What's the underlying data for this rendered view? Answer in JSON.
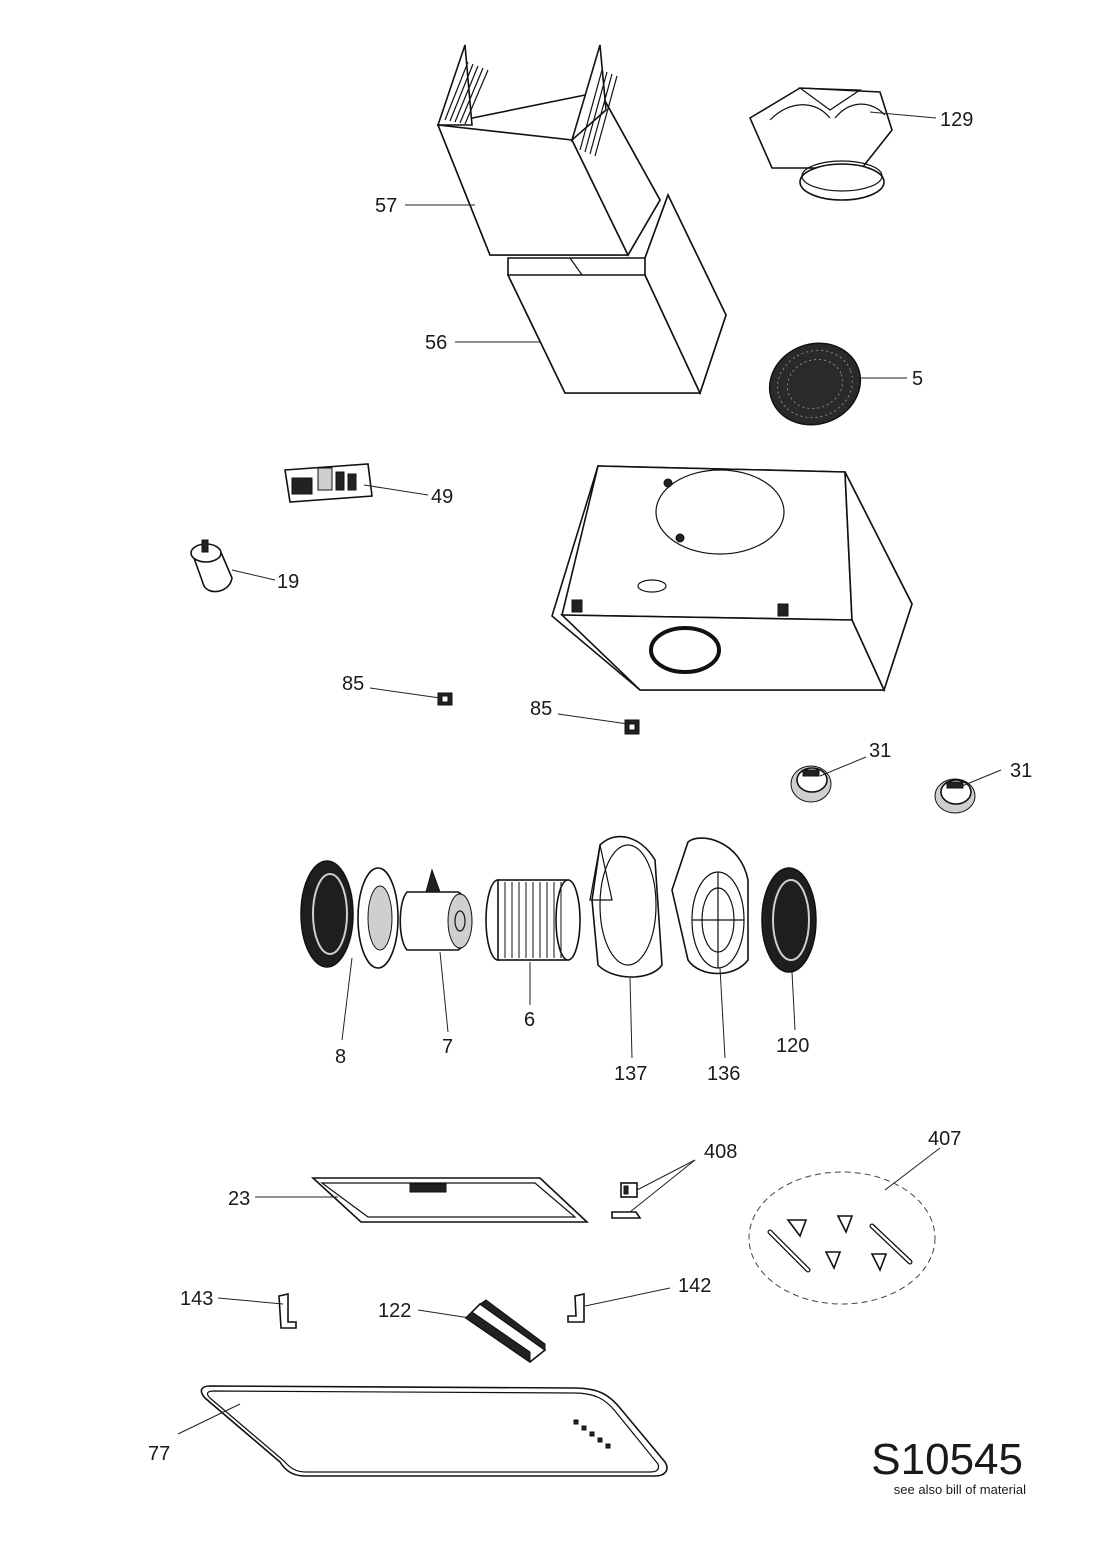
{
  "diagram": {
    "callouts": [
      {
        "id": "57",
        "text": "57"
      },
      {
        "id": "56",
        "text": "56"
      },
      {
        "id": "129",
        "text": "129"
      },
      {
        "id": "5",
        "text": "5"
      },
      {
        "id": "49",
        "text": "49"
      },
      {
        "id": "19",
        "text": "19"
      },
      {
        "id": "85a",
        "text": "85"
      },
      {
        "id": "85b",
        "text": "85"
      },
      {
        "id": "31a",
        "text": "31"
      },
      {
        "id": "31b",
        "text": "31"
      },
      {
        "id": "8",
        "text": "8"
      },
      {
        "id": "7",
        "text": "7"
      },
      {
        "id": "6",
        "text": "6"
      },
      {
        "id": "137",
        "text": "137"
      },
      {
        "id": "136",
        "text": "136"
      },
      {
        "id": "120",
        "text": "120"
      },
      {
        "id": "408",
        "text": "408"
      },
      {
        "id": "407",
        "text": "407"
      },
      {
        "id": "23",
        "text": "23"
      },
      {
        "id": "143",
        "text": "143"
      },
      {
        "id": "122",
        "text": "122"
      },
      {
        "id": "142",
        "text": "142"
      },
      {
        "id": "77",
        "text": "77"
      }
    ],
    "drawing_code": "S10545",
    "note": "see also bill of material"
  }
}
